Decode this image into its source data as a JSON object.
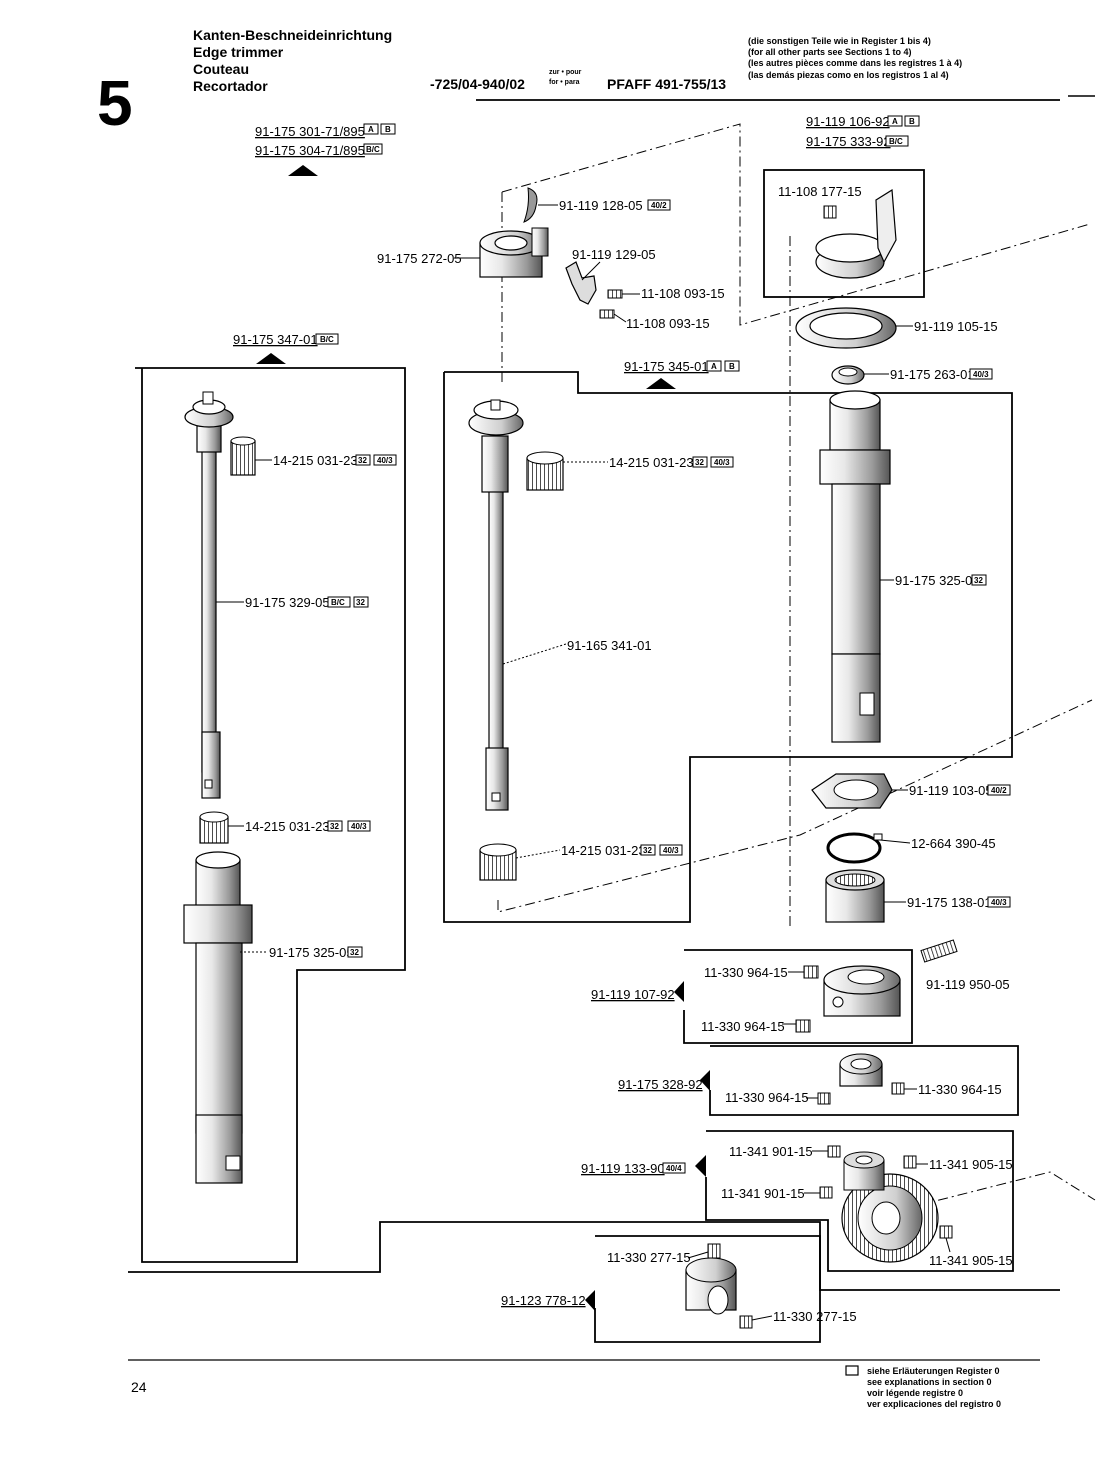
{
  "header": {
    "section_number": "5",
    "title_de": "Kanten-Beschneideinrichtung",
    "title_en": "Edge trimmer",
    "title_fr": "Couteau",
    "title_es": "Recortador",
    "subclass": "-725/04-940/02",
    "zur_pour": "zur • pour",
    "for_para": "for • para",
    "model": "PFAFF 491-755/13",
    "note_de": "(die sonstigen Teile wie in Register 1 bis 4)",
    "note_en": "(for all other parts see Sections 1 to 4)",
    "note_fr": "(les autres pièces comme dans les registres 1 à 4)",
    "note_es": "(las demás piezas como en los registros 1 al 4)"
  },
  "badges": {
    "A": "A",
    "B": "B",
    "BC": "B/C",
    "b32": "32",
    "b403": "40/3",
    "b402": "40/2",
    "b404": "40/4"
  },
  "labels": {
    "top_left_1": "91-175 301-71/895",
    "top_left_2": "91-175 304-71/895",
    "left_group": "91-175 347-01",
    "mid_group": "91-175 345-01",
    "top_right_1": "91-119 106-92",
    "top_right_2": "91-175 333-92",
    "p_11_108_177": "11-108 177-15",
    "p_91_119_128": "91-119 128-05",
    "p_91_175_272": "91-175 272-05",
    "p_91_119_129": "91-119 129-05",
    "p_11_108_093_a": "11-108 093-15",
    "p_11_108_093_b": "11-108 093-15",
    "p_91_119_105": "91-119 105-15",
    "p_91_175_263": "91-175 263-01",
    "p_14_215_left": "14-215 031-23",
    "p_14_215_mid": "14-215 031-23",
    "p_91_175_329": "91-175 329-05",
    "p_91_165_341": "91-165 341-01",
    "p_91_175_325_right": "91-175 325-05",
    "p_14_215_left2": "14-215 031-23",
    "p_14_215_mid2": "14-215 031-23",
    "p_91_119_103": "91-119 103-05",
    "p_12_664": "12-664 390-45",
    "p_91_175_138": "91-175 138-01",
    "p_91_175_325_left": "91-175 325-05",
    "p_91_119_107": "91-119 107-92",
    "p_11_330_964_a": "11-330 964-15",
    "p_11_330_964_b": "11-330 964-15",
    "p_91_119_950": "91-119 950-05",
    "p_91_175_328": "91-175 328-92",
    "p_11_330_964_c": "11-330 964-15",
    "p_11_330_964_d": "11-330 964-15",
    "p_91_119_133": "91-119 133-90",
    "p_11_341_901_a": "11-341 901-15",
    "p_11_341_905_a": "11-341 905-15",
    "p_11_341_901_b": "11-341 901-15",
    "p_11_341_905_b": "11-341 905-15",
    "p_91_123_778": "91-123 778-12",
    "p_11_330_277_a": "11-330 277-15",
    "p_11_330_277_b": "11-330 277-15"
  },
  "footer": {
    "page_number": "24",
    "legend_de": "siehe Erläuterungen Register 0",
    "legend_en": "see explanations in section 0",
    "legend_fr": "voir légende registre 0",
    "legend_es": "ver explicaciones del registro 0"
  }
}
